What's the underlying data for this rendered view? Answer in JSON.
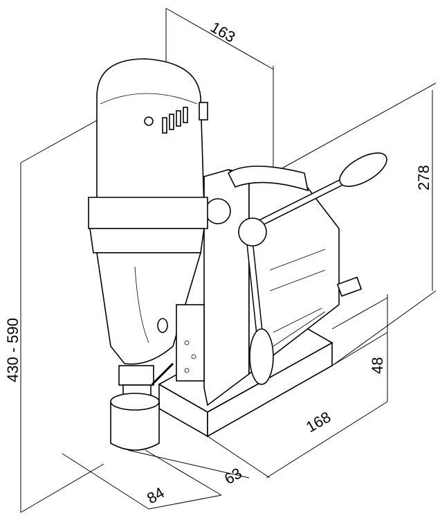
{
  "title": "Magnetic drill dimensional drawing",
  "dimensions": {
    "width_top": "163",
    "height_column": "278",
    "height_total": "430 - 590",
    "base_height": "48",
    "base_length": "168",
    "base_offset": "63",
    "base_width": "84"
  },
  "line_color": "#000000",
  "background": "#ffffff"
}
